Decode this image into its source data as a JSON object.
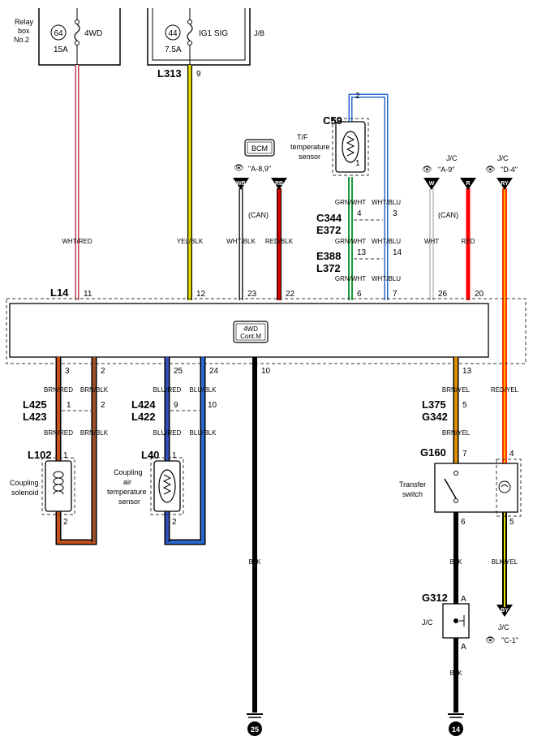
{
  "top": {
    "relay_box_label": [
      "Relay",
      "box",
      "No.2"
    ],
    "fuse_4wd": {
      "number": "64",
      "name": "4WD",
      "rating": "15A"
    },
    "fuse_ig1": {
      "number": "44",
      "name": "IG1 SIG",
      "rating": "7.5A"
    },
    "jb_label": "J/B"
  },
  "connectors": {
    "L313": "L313",
    "C59": "C59",
    "C344": "C344",
    "E372": "E372",
    "E388": "E388",
    "L372": "L372",
    "L14": "L14",
    "L425": "L425",
    "L423": "L423",
    "L424": "L424",
    "L422": "L422",
    "L375": "L375",
    "G342": "G342",
    "L102": "L102",
    "L40": "L40",
    "G160": "G160",
    "G312": "G312"
  },
  "components": {
    "tf_sensor": [
      "T/F",
      "temperature",
      "sensor"
    ],
    "bcm": "BCM",
    "module": [
      "4WD",
      "Cont.M"
    ],
    "coupling_solenoid": [
      "Coupling",
      "solenoid"
    ],
    "coupling_air_sensor": [
      "Coupling",
      "air",
      "temperature",
      "sensor"
    ],
    "transfer_switch": [
      "Transfer",
      "switch"
    ],
    "jc": "J/C"
  },
  "refs": {
    "bcm_ref": "\"A-8,9\"",
    "jc_a9_label": "J/C",
    "jc_a9_ref": "\"A-9\"",
    "jc_d4_label": "J/C",
    "jc_d4_ref": "\"D-4\"",
    "jc_c1_label": "J/C",
    "jc_c1_ref": "\"C-1\"",
    "can_left": "(CAN)",
    "can_right": "(CAN)"
  },
  "flags": {
    "wb": "WB",
    "rb": "RB",
    "w": "W",
    "r": "R",
    "ry": "RY",
    "by": "BY"
  },
  "wire_labels": {
    "wht_red": "WHT/RED",
    "yel_blk": "YEL/BLK",
    "wht_blk": "WHT/BLK",
    "red_blk": "RED/BLK",
    "grn_wht": "GRN/WHT",
    "wht_blu": "WHT/BLU",
    "wht": "WHT",
    "red": "RED",
    "brn_red": "BRN/RED",
    "brn_blk": "BRN/BLK",
    "blu_red": "BLU/RED",
    "blu_blk": "BLU/BLK",
    "brn_yel": "BRN/YEL",
    "red_yel": "RED/YEL",
    "blk": "BLK",
    "blk_yel": "BLK/YEL"
  },
  "pins": {
    "p9": "9",
    "p2": "2",
    "p1": "1",
    "p4": "4",
    "p3": "3",
    "p13": "13",
    "p14": "14",
    "p11": "11",
    "p12": "12",
    "p23": "23",
    "p22": "22",
    "p6": "6",
    "p7": "7",
    "p26": "26",
    "p20": "20",
    "p3b": "3",
    "p2b": "2",
    "p25": "25",
    "p24": "24",
    "p10": "10",
    "p13b": "13",
    "p1b": "1",
    "p2c": "2",
    "p9b": "9",
    "p10b": "10",
    "p5": "5",
    "p1c": "1",
    "p2d": "2",
    "p1d": "1",
    "p2e": "2",
    "p7b": "7",
    "p4b": "4",
    "p6b": "6",
    "p5b": "5",
    "pA1": "A",
    "pA2": "A"
  },
  "grounds": {
    "g25": "25",
    "g14": "14"
  },
  "colors": {
    "wht_red": "#e8a0a8",
    "yel": "#e8e000",
    "wht_blk": "#aaaaaa",
    "red_blk": "#c00000",
    "grn": "#1a9a3a",
    "blu": "#2a6ad0",
    "red": "#ff0000",
    "brn": "#a0522d",
    "orange_red": "#ff6600",
    "blu_red": "#3050c0",
    "brn_yel": "#d08a00",
    "blk": "#000000"
  }
}
